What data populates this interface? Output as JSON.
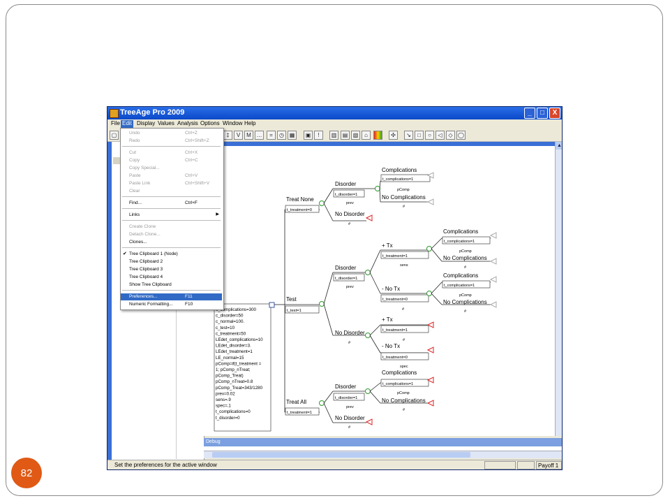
{
  "slide_number": "82",
  "app": {
    "title": "TreeAge Pro 2009",
    "window_buttons": [
      "_",
      "□",
      "X"
    ]
  },
  "menubar": [
    "File",
    "Edit",
    "Display",
    "Values",
    "Analysis",
    "Options",
    "Window",
    "Help"
  ],
  "edit_menu": {
    "items": [
      {
        "label": "Undo",
        "shortcut": "Ctrl+Z",
        "enabled": false
      },
      {
        "label": "Redo",
        "shortcut": "Ctrl+Shift+Z",
        "enabled": false
      },
      {
        "label": "Cut",
        "shortcut": "Ctrl+X",
        "enabled": false
      },
      {
        "label": "Copy",
        "shortcut": "Ctrl+C",
        "enabled": false
      },
      {
        "label": "Copy Special...",
        "shortcut": "",
        "enabled": false
      },
      {
        "label": "Paste",
        "shortcut": "Ctrl+V",
        "enabled": false
      },
      {
        "label": "Paste Link",
        "shortcut": "Ctrl+Shift+V",
        "enabled": false
      },
      {
        "label": "Clear",
        "shortcut": "",
        "enabled": false
      },
      {
        "label": "Find...",
        "shortcut": "Ctrl+F",
        "enabled": true
      },
      {
        "label": "Links",
        "shortcut": "",
        "enabled": true,
        "submenu": true
      },
      {
        "label": "Create Clone",
        "shortcut": "",
        "enabled": false
      },
      {
        "label": "Detach Clone...",
        "shortcut": "",
        "enabled": false
      },
      {
        "label": "Clones...",
        "shortcut": "",
        "enabled": true
      },
      {
        "label": "Tree Clipboard 1 (Node)",
        "shortcut": "",
        "enabled": true,
        "checked": true
      },
      {
        "label": "Tree Clipboard 2",
        "shortcut": "",
        "enabled": true
      },
      {
        "label": "Tree Clipboard 3",
        "shortcut": "",
        "enabled": true
      },
      {
        "label": "Tree Clipboard 4",
        "shortcut": "",
        "enabled": true
      },
      {
        "label": "Show Tree Clipboard",
        "shortcut": "",
        "enabled": true
      },
      {
        "label": "Preferences...",
        "shortcut": "F11",
        "enabled": true,
        "highlighted": true
      },
      {
        "label": "Numeric Formatting...",
        "shortcut": "F10",
        "enabled": true
      }
    ]
  },
  "definitions": [
    "c_complications=300",
    "c_disorder=50",
    "c_normal=100.",
    "c_test=10",
    "c_treatment=50",
    "LEdet_complications=10",
    "LEdet_disorder=3.",
    "LEdet_treatment=1",
    "LE_normal=15",
    "pComp=if(t_treatment =",
    "  1; pComp_nTreat;",
    "  pComp_Treat)",
    "pComp_nTreat=0.8",
    "pComp_Treat=343/1280",
    "prev=0.02",
    "sens=.9",
    "spec=.1",
    "t_complications=0",
    "t_disorder=0"
  ],
  "tree": {
    "branches": [
      {
        "label": "Treat None",
        "assign": "t_treatment=0"
      },
      {
        "label": "Disorder",
        "assign": "t_disorder=1",
        "prob": "prev"
      },
      {
        "label": "Complications",
        "assign": "t_complications=1",
        "prob": "pComp"
      },
      {
        "label": "No Complications",
        "prob": "#"
      },
      {
        "label": "No Disorder",
        "prob": "#"
      },
      {
        "label": "Test",
        "assign": "t_test=1"
      },
      {
        "label": "Disorder",
        "assign": "t_disorder=1",
        "prob": "prev"
      },
      {
        "label": "+ Tx",
        "assign": "t_treatment=1",
        "prob": "sens"
      },
      {
        "label": "Complications",
        "assign": "t_complications=1",
        "prob": "pComp"
      },
      {
        "label": "No Complications",
        "prob": "#"
      },
      {
        "label": "- No Tx",
        "assign": "t_treatment=0",
        "prob": "#"
      },
      {
        "label": "Complications",
        "assign": "t_complications=1",
        "prob": "pComp"
      },
      {
        "label": "No Complications",
        "prob": "#"
      },
      {
        "label": "No Disorder",
        "prob": "#"
      },
      {
        "label": "+ Tx",
        "assign": "t_treatment=1",
        "prob": "#"
      },
      {
        "label": "- No Tx",
        "assign": "t_treatment=0",
        "prob": "spec"
      },
      {
        "label": "Treat All",
        "assign": "t_treatment=1"
      },
      {
        "label": "Disorder",
        "assign": "t_disorder=1",
        "prob": "prev"
      },
      {
        "label": "Complications",
        "assign": "t_complications=1",
        "prob": "pComp"
      },
      {
        "label": "No Complications",
        "prob": "#"
      },
      {
        "label": "No Disorder",
        "prob": "#"
      }
    ]
  },
  "debug_label": "Debug",
  "status": {
    "text": "Set the preferences for the active window",
    "payoff": "Payoff 1"
  },
  "colors": {
    "titlebar": "#0b49c8",
    "menu_highlight": "#316ac5",
    "slide_badge": "#e05a16"
  }
}
